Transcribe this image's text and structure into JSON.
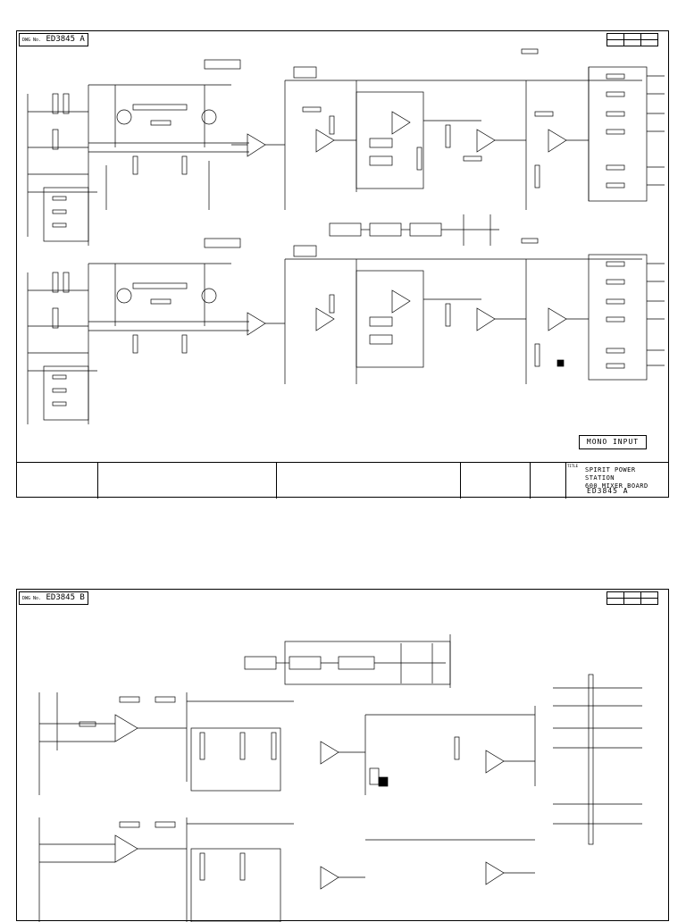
{
  "sheets": [
    {
      "drawing_number": "ED3845 A",
      "drawing_prefix": "DWG No.",
      "section_label": "MONO INPUT",
      "title_line1": "SPIRIT POWER STATION",
      "title_line2": "600 MIXER BOARD",
      "title_prefix": "TITLE"
    },
    {
      "drawing_number": "ED3845 B",
      "drawing_prefix": "DWG No."
    }
  ]
}
